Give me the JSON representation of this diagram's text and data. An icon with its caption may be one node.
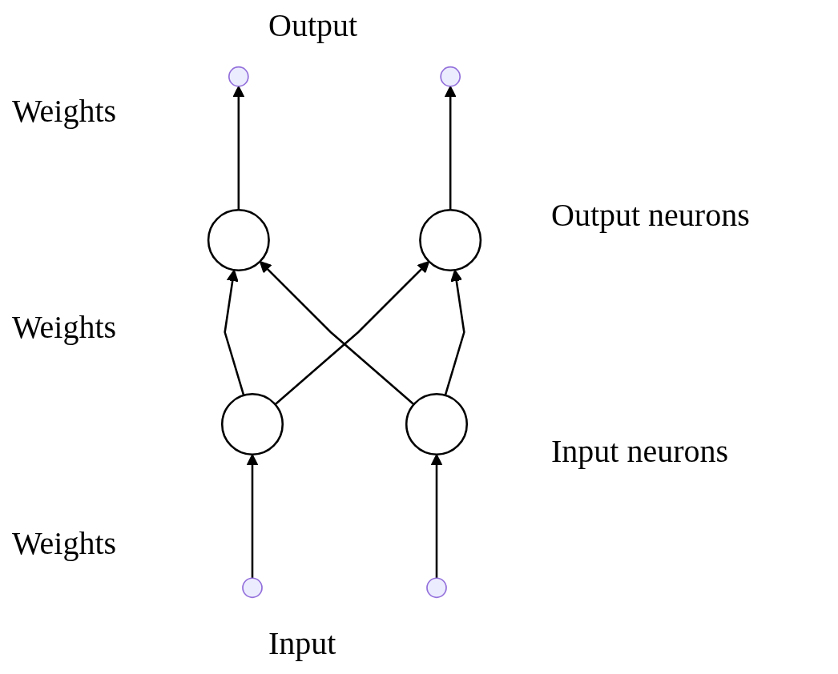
{
  "diagram": {
    "nodes": [
      {
        "text": [],
        "shape": "circle"
      },
      {
        "text": [],
        "shape": "circle"
      },
      {
        "text": [],
        "shape": "circle"
      },
      {
        "text": [],
        "shape": "circle"
      }
    ],
    "edges": [
      {
        "from": null,
        "to": 2,
        "arrow": "to"
      },
      {
        "from": null,
        "to": 3,
        "arrow": "to"
      },
      {
        "from": 2,
        "to": 0,
        "arrow": "to"
      },
      {
        "from": 2,
        "to": 1,
        "arrow": "to"
      },
      {
        "from": 3,
        "to": 0,
        "arrow": "to"
      },
      {
        "from": 3,
        "to": 1,
        "arrow": "to"
      },
      {
        "from": 0,
        "to": null,
        "arrow": "to"
      },
      {
        "from": 1,
        "to": null,
        "arrow": "to"
      }
    ],
    "labels": [
      "Output",
      "Weights",
      "Output neurons",
      "Weights",
      "Input neurons",
      "Weights",
      "Input"
    ]
  }
}
